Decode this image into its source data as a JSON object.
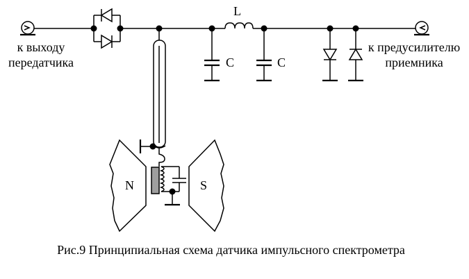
{
  "labels": {
    "left_terminal": "к выходу\nпередатчика",
    "right_terminal": "к предусилителю\nприемника",
    "inductor": "L",
    "capacitor_1": "C",
    "capacitor_2": "C",
    "magnet_north": "N",
    "magnet_south": "S"
  },
  "caption": "Рис.9 Принципиальная схема датчика импульсного спектрометра",
  "colors": {
    "line": "#000000",
    "background": "#ffffff",
    "sample_fill": "#9e9e9e"
  }
}
